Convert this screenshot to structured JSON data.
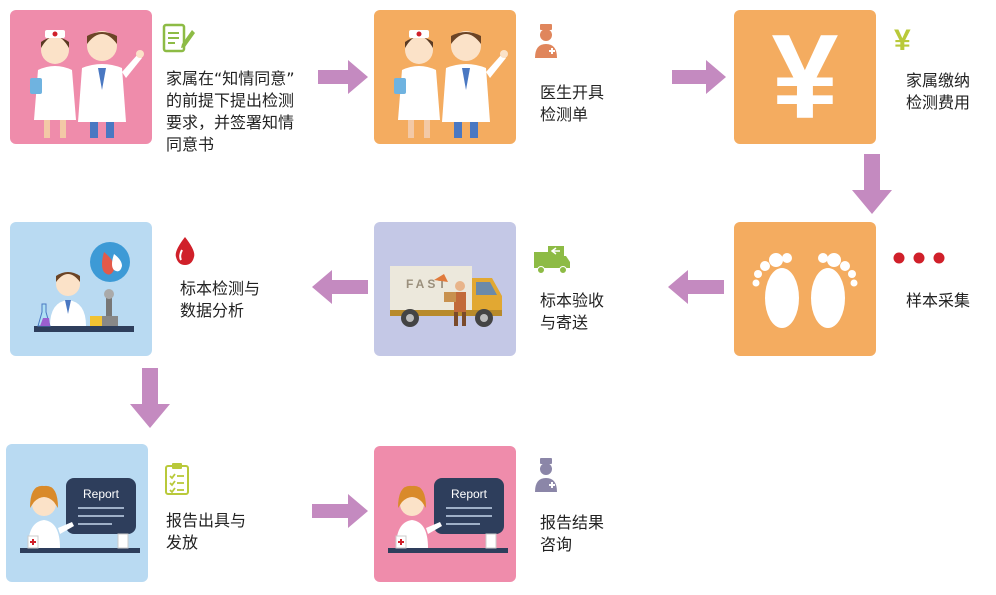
{
  "steps": [
    {
      "id": 1,
      "label": "家属在“知情同意”\n的前提下提出检测\n要求，并签署知情\n同意书",
      "icon": "form-pencil-icon"
    },
    {
      "id": 2,
      "label": "医生开具\n检测单",
      "icon": "doctor-icon"
    },
    {
      "id": 3,
      "label": "家属缴纳\n检测费用",
      "icon": "yen-icon",
      "tile_symbol": "¥",
      "side_symbol": "¥"
    },
    {
      "id": 4,
      "label": "样本采集",
      "icon": "three-dots-icon"
    },
    {
      "id": 5,
      "label": "标本验收\n与寄送",
      "icon": "delivery-truck-icon",
      "truck_text": "FAST"
    },
    {
      "id": 6,
      "label": "标本检测与\n数据分析",
      "icon": "blood-drop-icon"
    },
    {
      "id": 7,
      "label": "报告出具与\n发放",
      "icon": "checklist-icon",
      "board_text": "Report"
    },
    {
      "id": 8,
      "label": "报告结果\n咨询",
      "icon": "nurse-icon",
      "board_text": "Report"
    }
  ],
  "colors": {
    "pink": "#ef8cab",
    "orange": "#f4ac60",
    "blue": "#b9daf2",
    "lavender": "#c4c8e6",
    "arrow": "#c48ac0",
    "red": "#d0202a"
  }
}
